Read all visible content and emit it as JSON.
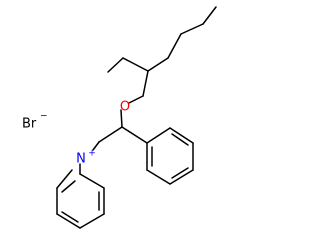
{
  "molecule": {
    "counterion": {
      "symbol": "Br",
      "charge": "−",
      "color": "#000000"
    },
    "oxygen": {
      "symbol": "O",
      "color": "#ff0000"
    },
    "nitrogen": {
      "symbol": "N",
      "charge": "+",
      "color": "#0000ff"
    }
  }
}
